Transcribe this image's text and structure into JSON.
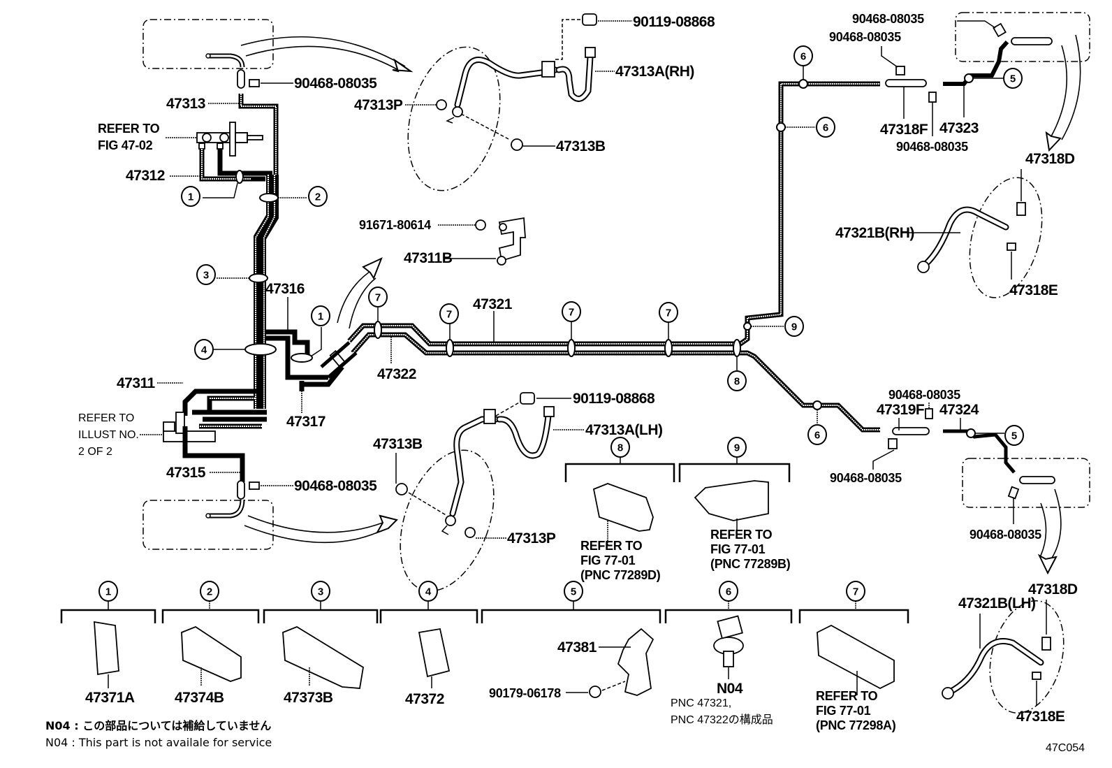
{
  "figure_id": "47C054",
  "notes": {
    "n04_jp": "N04 : この部品については補給していません",
    "n04_en": "N04 : This part is not availale for service"
  },
  "main_labels": {
    "p47313": "47313",
    "p90468_tl": "90468-08035",
    "refer_4702_l1": "REFER TO",
    "refer_4702_l2": "FIG 47-02",
    "p47312": "47312",
    "p47316": "47316",
    "p47311": "47311",
    "refer_illust_l1": "REFER TO",
    "refer_illust_l2": "ILLUST NO.",
    "refer_illust_l3": "2 OF 2",
    "p47315": "47315",
    "p90468_bl": "90468-08035",
    "p47317": "47317",
    "p47322": "47322",
    "p47321": "47321",
    "p91671": "91671-80614",
    "p47311B": "47311B"
  },
  "front_rh": {
    "p90119": "90119-08868",
    "p47313A": "47313A(RH)",
    "p47313P": "47313P",
    "p47313B": "47313B"
  },
  "front_lh": {
    "p90119": "90119-08868",
    "p47313A": "47313A(LH)",
    "p47313B": "47313B",
    "p47313P": "47313P"
  },
  "rear_rh": {
    "p90468_a": "90468-08035",
    "p90468_b": "90468-08035",
    "p90468_c": "90468-08035",
    "p47318F": "47318F",
    "p47323": "47323",
    "p47318D": "47318D",
    "p47321B": "47321B(RH)",
    "p47318E": "47318E"
  },
  "rear_lh": {
    "p90468_a": "90468-08035",
    "p90468_b": "90468-08035",
    "p90468_c": "90468-08035",
    "p47319F": "47319F",
    "p47324": "47324",
    "p47318D": "47318D",
    "p47321B": "47321B(LH)",
    "p47318E": "47318E"
  },
  "callouts": {
    "c1": "1",
    "c2": "2",
    "c3": "3",
    "c4": "4",
    "c5": "5",
    "c6": "6",
    "c7": "7",
    "c8": "8",
    "c9": "9"
  },
  "clamp_groups": [
    {
      "num": "1",
      "part": "47371A"
    },
    {
      "num": "2",
      "part": "47374B"
    },
    {
      "num": "3",
      "part": "47373B"
    },
    {
      "num": "4",
      "part": "47372"
    },
    {
      "num": "5",
      "part": "47381",
      "part2": "90179-06178"
    },
    {
      "num": "6",
      "part": "N04",
      "note_l1": "PNC 47321,",
      "note_l2": "PNC 47322の構成品"
    },
    {
      "num": "7",
      "ref_l1": "REFER TO",
      "ref_l2": "FIG 77-01",
      "ref_l3": "(PNC 77298A)"
    },
    {
      "num": "8",
      "ref_l1": "REFER TO",
      "ref_l2": "FIG 77-01",
      "ref_l3": "(PNC 77289D)"
    },
    {
      "num": "9",
      "ref_l1": "REFER TO",
      "ref_l2": "FIG 77-01",
      "ref_l3": "(PNC 77289B)"
    }
  ]
}
